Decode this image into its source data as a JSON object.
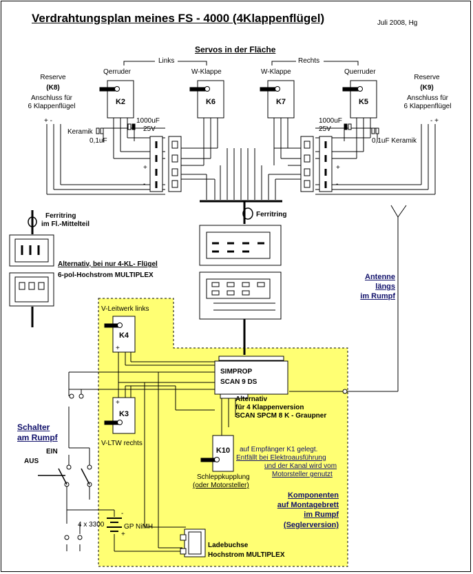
{
  "title": "Verdrahtungsplan meines FS - 4000 (4Klappenflügel)",
  "subtitle": "Juli 2008,  Hg",
  "wing_servos": {
    "heading": "Servos in der Fläche",
    "left_group": "Links",
    "right_group": "Rechts",
    "servos": [
      {
        "label": "Qerruder",
        "id": "K2"
      },
      {
        "label": "W-Klappe",
        "id": "K6"
      },
      {
        "label": "W-Klappe",
        "id": "K7"
      },
      {
        "label": "Querruder",
        "id": "K5"
      }
    ]
  },
  "reserve_left": {
    "label": "Reserve",
    "id": "(K8)",
    "note1": "Anschluss für",
    "note2": "6 Klappenflügel"
  },
  "reserve_right": {
    "label": "Reserve",
    "id": "(K9)",
    "note1": "Anschluss für",
    "note2": "6 Klappenflügel"
  },
  "capacitors": {
    "ceramic": "Keramik",
    "ceramic_value": "0,1uF",
    "ceramic_right": "0,1uF Keramik",
    "elko_value": "1000uF",
    "elko_voltage": "25V"
  },
  "ferrite_center": "Ferritring",
  "ferrite_left": {
    "line1": "Ferritring",
    "line2": "im Fl.-Mittelteil"
  },
  "alternative_connector": {
    "line1": "Alternativ, bei nur 4-KL- Flügel",
    "line2": "6-pol-Hochstrom MULTIPLEX"
  },
  "antenna": {
    "line1": "Antenne",
    "line2": "längs",
    "line3": "im Rumpf"
  },
  "tail": {
    "left_label": "V-Leitwerk links",
    "left_id": "K4",
    "right_label": "V-LTW rechts",
    "right_id": "K3"
  },
  "receiver": {
    "line1": "SIMPROP",
    "line2": "SCAN 9 DS"
  },
  "receiver_alt": {
    "line1": "Alternativ",
    "line2": "für 4 Klappenversion",
    "line3": "SCAN SPCM 8 K - Graupner"
  },
  "switch": {
    "line1": "Schalter",
    "line2": "am Rumpf",
    "on": "EIN",
    "off": "AUS"
  },
  "k10": {
    "id": "K10",
    "note1": "auf Empfänger K1 gelegt.",
    "note2": "Entfällt bei Elektroausführung",
    "note3": "und der Kanal wird vom",
    "note4": "Motorsteller genutzt",
    "caption1": "Schleppkupplung",
    "caption2": "(oder Motorsteller)"
  },
  "components": {
    "line1": "Komponenten",
    "line2": "auf Montagebrett",
    "line3": "im Rumpf",
    "line4": "(Seglerversion)"
  },
  "battery": {
    "count": "4 x 3300",
    "type": "GP NiMH"
  },
  "charge_socket": {
    "line1": "Ladebuchse",
    "line2": "Hochstrom MULTIPLEX"
  },
  "pin_plus": "+",
  "pin_minus": "-",
  "pin_plus_minus": "+ -",
  "pin_minus_plus": "- +",
  "colors": {
    "board": "#ffff73",
    "text_blue": "#10106a",
    "line": "#000000"
  }
}
